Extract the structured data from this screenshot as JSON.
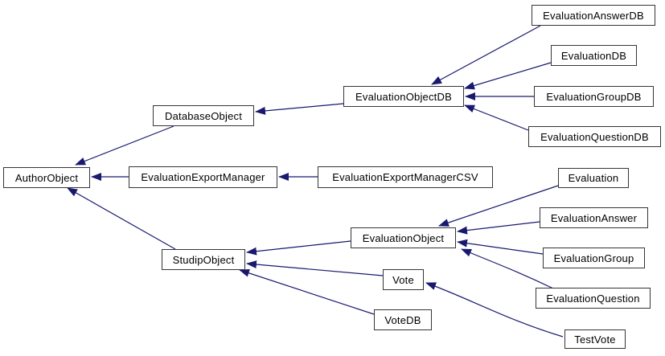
{
  "diagram": {
    "type": "class-inheritance-graph",
    "colors": {
      "background": "#ffffff",
      "edge": "#191970",
      "node_border": "#353535",
      "node_fill": "#ffffff",
      "text": "#000000"
    },
    "nodes": [
      {
        "id": "AuthorObject",
        "label": "AuthorObject"
      },
      {
        "id": "DatabaseObject",
        "label": "DatabaseObject"
      },
      {
        "id": "EvaluationObjectDB",
        "label": "EvaluationObjectDB"
      },
      {
        "id": "EvaluationAnswerDB",
        "label": "EvaluationAnswerDB"
      },
      {
        "id": "EvaluationDB",
        "label": "EvaluationDB"
      },
      {
        "id": "EvaluationGroupDB",
        "label": "EvaluationGroupDB"
      },
      {
        "id": "EvaluationQuestionDB",
        "label": "EvaluationQuestionDB"
      },
      {
        "id": "EvaluationExportManager",
        "label": "EvaluationExportManager"
      },
      {
        "id": "EvaluationExportManagerCSV",
        "label": "EvaluationExportManagerCSV"
      },
      {
        "id": "StudipObject",
        "label": "StudipObject"
      },
      {
        "id": "EvaluationObject",
        "label": "EvaluationObject"
      },
      {
        "id": "Evaluation",
        "label": "Evaluation"
      },
      {
        "id": "EvaluationAnswer",
        "label": "EvaluationAnswer"
      },
      {
        "id": "EvaluationGroup",
        "label": "EvaluationGroup"
      },
      {
        "id": "EvaluationQuestion",
        "label": "EvaluationQuestion"
      },
      {
        "id": "Vote",
        "label": "Vote"
      },
      {
        "id": "VoteDB",
        "label": "VoteDB"
      },
      {
        "id": "TestVote",
        "label": "TestVote"
      }
    ],
    "edges": [
      {
        "from": "DatabaseObject",
        "to": "AuthorObject"
      },
      {
        "from": "EvaluationExportManager",
        "to": "AuthorObject"
      },
      {
        "from": "StudipObject",
        "to": "AuthorObject"
      },
      {
        "from": "EvaluationObjectDB",
        "to": "DatabaseObject"
      },
      {
        "from": "EvaluationAnswerDB",
        "to": "EvaluationObjectDB"
      },
      {
        "from": "EvaluationDB",
        "to": "EvaluationObjectDB"
      },
      {
        "from": "EvaluationGroupDB",
        "to": "EvaluationObjectDB"
      },
      {
        "from": "EvaluationQuestionDB",
        "to": "EvaluationObjectDB"
      },
      {
        "from": "EvaluationExportManagerCSV",
        "to": "EvaluationExportManager"
      },
      {
        "from": "EvaluationObject",
        "to": "StudipObject"
      },
      {
        "from": "Vote",
        "to": "StudipObject"
      },
      {
        "from": "VoteDB",
        "to": "StudipObject"
      },
      {
        "from": "Evaluation",
        "to": "EvaluationObject"
      },
      {
        "from": "EvaluationAnswer",
        "to": "EvaluationObject"
      },
      {
        "from": "EvaluationGroup",
        "to": "EvaluationObject"
      },
      {
        "from": "EvaluationQuestion",
        "to": "EvaluationObject"
      },
      {
        "from": "TestVote",
        "to": "Vote"
      }
    ]
  }
}
